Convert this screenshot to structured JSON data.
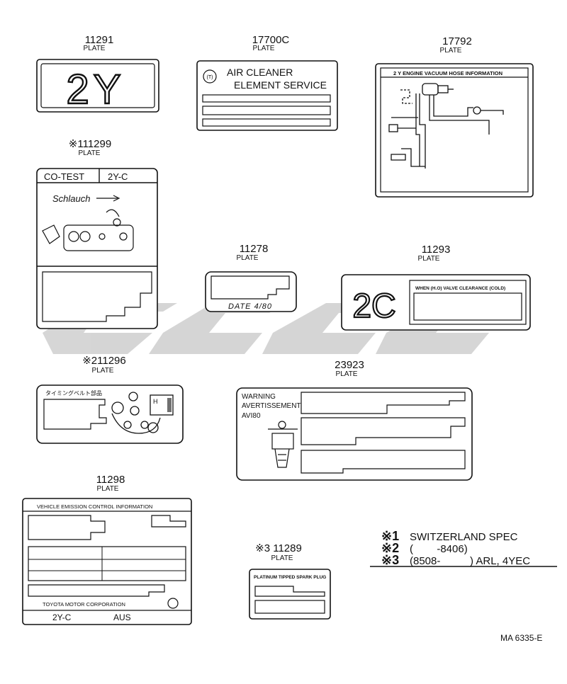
{
  "parts": {
    "p11291": {
      "number": "11291",
      "name": "PLATE",
      "text": "2Y"
    },
    "p17700c": {
      "number": "17700C",
      "name": "PLATE",
      "line1": "AIR CLEANER",
      "line2": "ELEMENT SERVICE"
    },
    "p17792": {
      "number": "17792",
      "name": "PLATE",
      "header": "2 Y   ENGINE VACUUM HOSE INFORMATION"
    },
    "p111299": {
      "number": "※111299",
      "name": "PLATE",
      "left": "CO-TEST",
      "right": "2Y-C",
      "label": "Schlauch"
    },
    "p11278": {
      "number": "11278",
      "name": "PLATE",
      "date": "DATE 4/80"
    },
    "p11293": {
      "number": "11293",
      "name": "PLATE",
      "text": "2C",
      "header": "WHEN (H.O) VALVE CLEARANCE (COLD)"
    },
    "p211296": {
      "number": "※211296",
      "name": "PLATE",
      "header": "タイミングベルト部品",
      "h": "H"
    },
    "p23923": {
      "number": "23923",
      "name": "PLATE",
      "w1": "WARNING",
      "w2": "AVERTISSEMENT",
      "w3": "AVI80"
    },
    "p11298": {
      "number": "11298",
      "name": "PLATE",
      "header": "VEHICLE  EMISSION  CONTROL  INFORMATION",
      "maker": "TOYOTA MOTOR  CORPORATION",
      "model": "2Y-C",
      "market": "AUS"
    },
    "p11289": {
      "number": "※3 11289",
      "name": "PLATE",
      "header": "PLATINUM TIPPED SPARK PLUG"
    }
  },
  "notes": [
    {
      "mark": "※1",
      "text": "SWITZERLAND SPEC"
    },
    {
      "mark": "※2",
      "text": "(        -8406)"
    },
    {
      "mark": "※3",
      "text": "(8508-          ) ARL, 4YEC"
    }
  ],
  "figure_id": "MA 6335-E"
}
